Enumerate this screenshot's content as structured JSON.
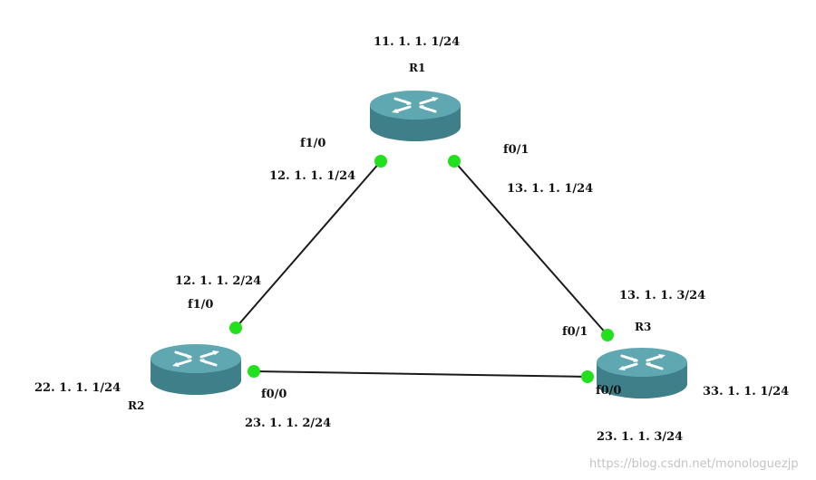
{
  "colors": {
    "router_side": "#3e7f89",
    "router_top": "#5fa8b2",
    "router_arrows": "#ffffff",
    "link": "#1a1a1a",
    "port_up": "#22e01e"
  },
  "icons": {
    "router": "router-icon"
  },
  "routers": {
    "r1": {
      "name": "R1",
      "loopback": "11. 1. 1. 1/24"
    },
    "r2": {
      "name": "R2",
      "loopback": "22. 1. 1. 1/24"
    },
    "r3": {
      "name": "R3",
      "loopback": "33. 1. 1. 1/24"
    }
  },
  "links": {
    "r1_r2": {
      "r1_port": "f1/0",
      "r1_ip": "12. 1. 1. 1/24",
      "r2_port": "f1/0",
      "r2_ip": "12. 1. 1. 2/24"
    },
    "r1_r3": {
      "r1_port": "f0/1",
      "r1_ip": "13. 1. 1. 1/24",
      "r3_port": "f0/1",
      "r3_ip": "13. 1. 1. 3/24"
    },
    "r2_r3": {
      "r2_port": "f0/0",
      "r2_ip": "23. 1. 1. 2/24",
      "r3_port": "f0/0",
      "r3_ip": "23. 1. 1. 3/24"
    }
  },
  "watermark": "https://blog.csdn.net/monologuezjp"
}
